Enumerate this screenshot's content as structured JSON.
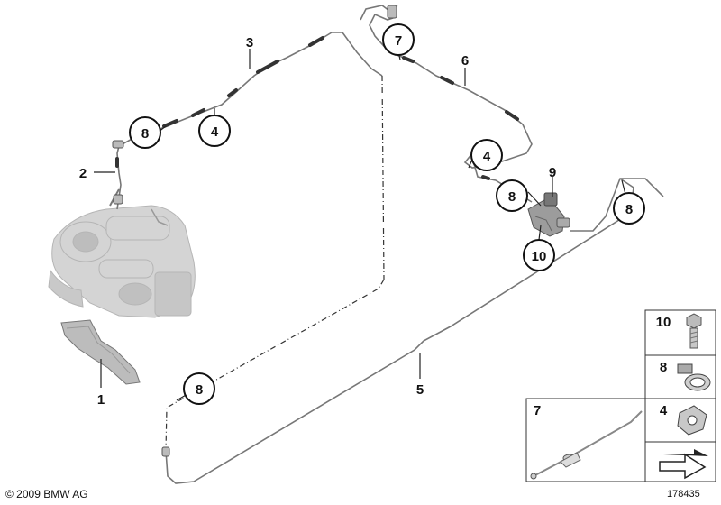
{
  "callouts": {
    "part_1": "1",
    "part_2": "2",
    "part_3": "3",
    "part_4_top": "4",
    "part_4_mid": "4",
    "part_5": "5",
    "part_6": "6",
    "part_7": "7",
    "part_8_left": "8",
    "part_8_mid": "8",
    "part_8_right": "8",
    "part_8_bottom": "8",
    "part_9": "9",
    "part_10": "10"
  },
  "legend": {
    "items": [
      {
        "number": "10",
        "icon": "bolt-icon"
      },
      {
        "number": "8",
        "icon": "hose-clamp-icon"
      },
      {
        "number": "4",
        "icon": "clip-nut-icon"
      }
    ],
    "box_7_number": "7",
    "arrow_icon": "arrow-icon"
  },
  "footer": {
    "copyright": "© 2009 BMW AG",
    "diagram_id": "178435"
  },
  "colors": {
    "line": "#555555",
    "pipe": "#777777",
    "engine": "#cfcfcf"
  }
}
